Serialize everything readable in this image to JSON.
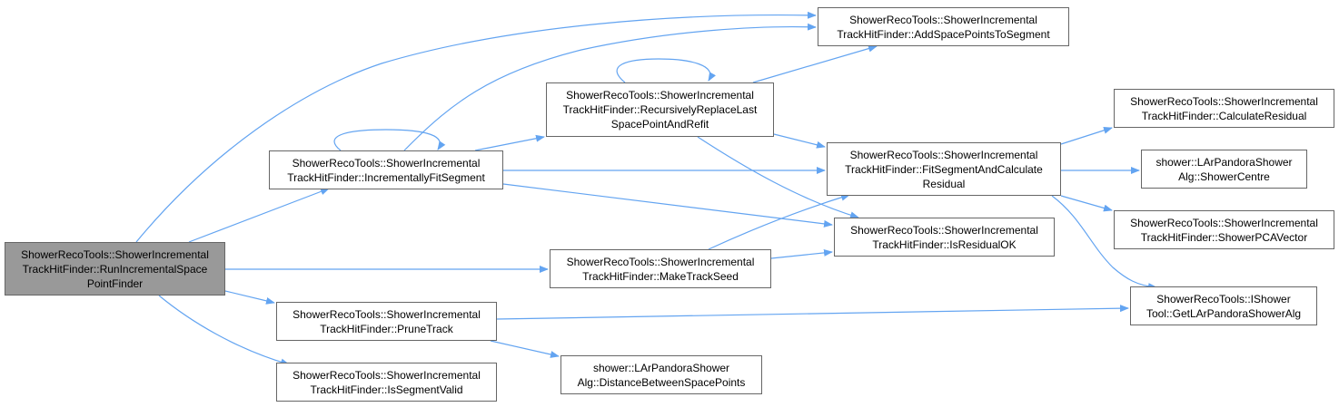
{
  "colors": {
    "edge": "#63a4f1",
    "node_border": "#666666",
    "root_fill": "#999999",
    "node_fill": "#ffffff"
  },
  "nodes": {
    "run": {
      "lines": [
        "ShowerRecoTools::ShowerIncremental",
        "TrackHitFinder::RunIncrementalSpace",
        "PointFinder"
      ]
    },
    "incfit": {
      "lines": [
        "ShowerRecoTools::ShowerIncremental",
        "TrackHitFinder::IncrementallyFitSegment"
      ]
    },
    "maketrack": {
      "lines": [
        "ShowerRecoTools::ShowerIncremental",
        "TrackHitFinder::MakeTrackSeed"
      ]
    },
    "prune": {
      "lines": [
        "ShowerRecoTools::ShowerIncremental",
        "TrackHitFinder::PruneTrack"
      ]
    },
    "isvalid": {
      "lines": [
        "ShowerRecoTools::ShowerIncremental",
        "TrackHitFinder::IsSegmentValid"
      ]
    },
    "addsp": {
      "lines": [
        "ShowerRecoTools::ShowerIncremental",
        "TrackHitFinder::AddSpacePointsToSegment"
      ]
    },
    "recrep": {
      "lines": [
        "ShowerRecoTools::ShowerIncremental",
        "TrackHitFinder::RecursivelyReplaceLast",
        "SpacePointAndRefit"
      ]
    },
    "fitseg": {
      "lines": [
        "ShowerRecoTools::ShowerIncremental",
        "TrackHitFinder::FitSegmentAndCalculate",
        "Residual"
      ]
    },
    "resok": {
      "lines": [
        "ShowerRecoTools::ShowerIncremental",
        "TrackHitFinder::IsResidualOK"
      ]
    },
    "dist": {
      "lines": [
        "shower::LArPandoraShower",
        "Alg::DistanceBetweenSpacePoints"
      ]
    },
    "calcres": {
      "lines": [
        "ShowerRecoTools::ShowerIncremental",
        "TrackHitFinder::CalculateResidual"
      ]
    },
    "centre": {
      "lines": [
        "shower::LArPandoraShower",
        "Alg::ShowerCentre"
      ]
    },
    "pca": {
      "lines": [
        "ShowerRecoTools::ShowerIncremental",
        "TrackHitFinder::ShowerPCAVector"
      ]
    },
    "getalg": {
      "lines": [
        "ShowerRecoTools::IShower",
        "Tool::GetLArPandoraShowerAlg"
      ]
    }
  },
  "edges": [
    [
      "run",
      "addsp"
    ],
    [
      "run",
      "incfit"
    ],
    [
      "run",
      "maketrack"
    ],
    [
      "run",
      "prune"
    ],
    [
      "run",
      "isvalid"
    ],
    [
      "incfit",
      "incfit"
    ],
    [
      "incfit",
      "addsp"
    ],
    [
      "incfit",
      "recrep"
    ],
    [
      "incfit",
      "fitseg"
    ],
    [
      "incfit",
      "resok"
    ],
    [
      "recrep",
      "recrep"
    ],
    [
      "recrep",
      "addsp"
    ],
    [
      "recrep",
      "fitseg"
    ],
    [
      "recrep",
      "resok"
    ],
    [
      "maketrack",
      "fitseg"
    ],
    [
      "maketrack",
      "resok"
    ],
    [
      "prune",
      "getalg"
    ],
    [
      "prune",
      "dist"
    ],
    [
      "fitseg",
      "calcres"
    ],
    [
      "fitseg",
      "centre"
    ],
    [
      "fitseg",
      "pca"
    ],
    [
      "fitseg",
      "getalg"
    ]
  ]
}
